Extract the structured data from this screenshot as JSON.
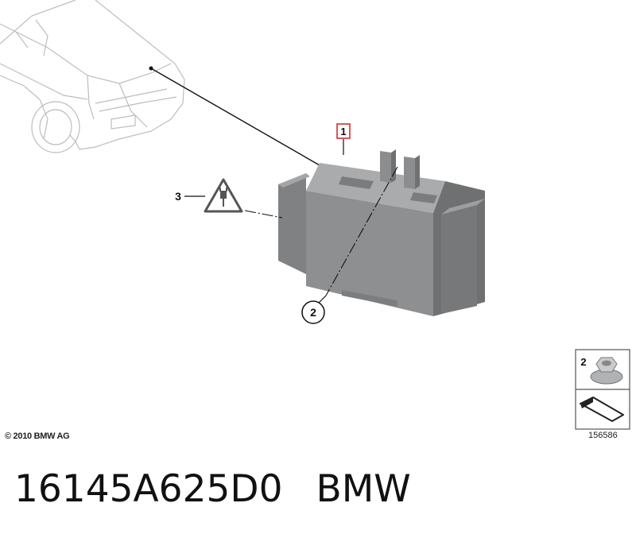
{
  "callouts": {
    "item1": "1",
    "item2": "2",
    "item3": "3",
    "legend_item": "2"
  },
  "footer": {
    "copyright": "© 2010 BMW AG",
    "drawing_number": "156586"
  },
  "caption": {
    "part_number": "16145A625D0",
    "brand": "BMW"
  },
  "colors": {
    "part_fill": "#8d8f91",
    "part_dark": "#6b6d6f",
    "part_light": "#a9abad",
    "callout_box": "#d32f2f",
    "car_outline": "#bdbdbd"
  },
  "icons": [
    "car-outline",
    "electrical-warning-icon",
    "nut-icon",
    "fastening-arrow-icon"
  ]
}
